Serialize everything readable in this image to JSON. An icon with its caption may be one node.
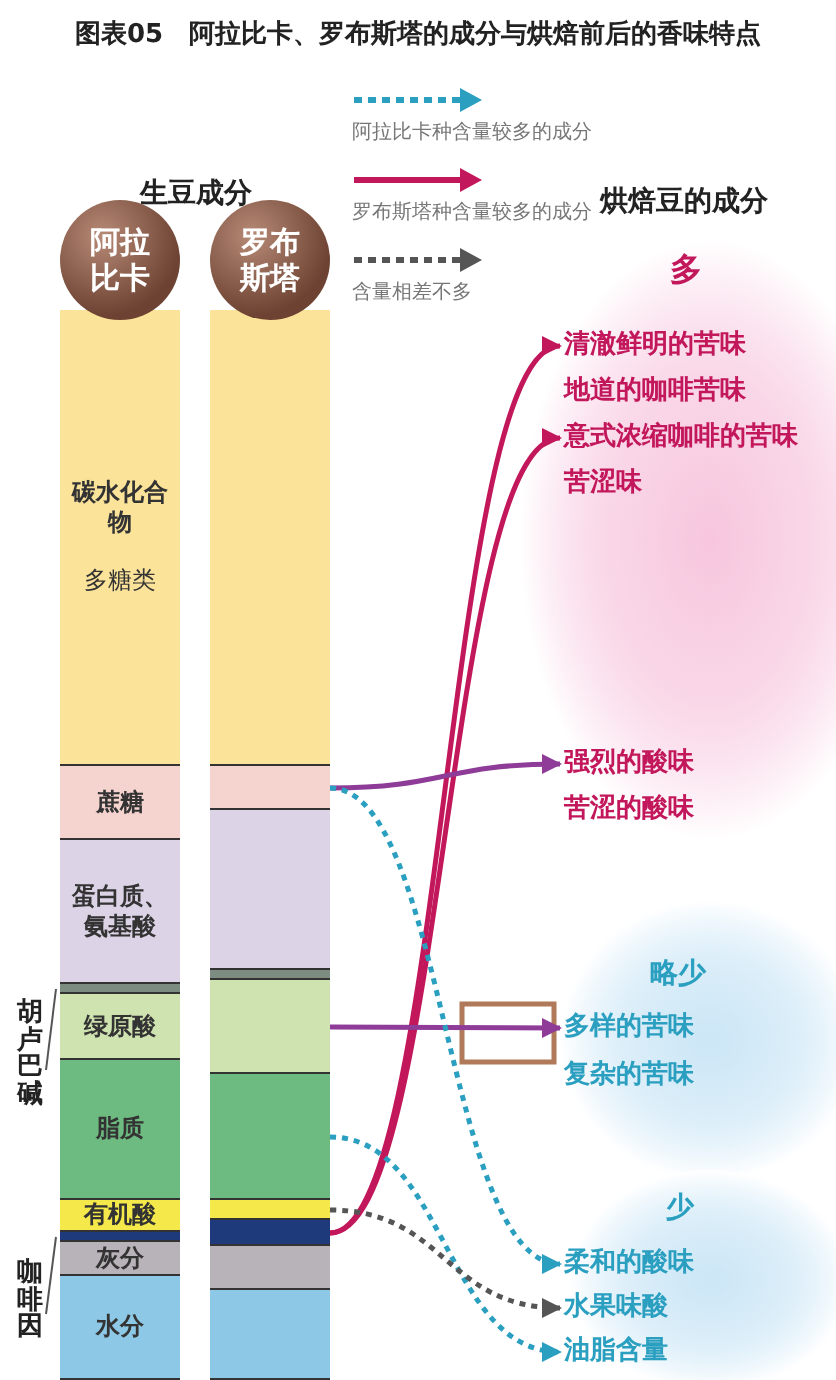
{
  "diagram": {
    "title": "图表05　阿拉比卡、罗布斯塔的成分与烘焙前后的香味特点",
    "nodes": [
      {
        "text": [
          "阿拉比卡"
        ]
      },
      {
        "text": [
          "罗布斯塔"
        ]
      },
      {
        "text": [
          "碳水化合物",
          "多糖类"
        ]
      },
      {
        "text": [
          "蔗糖"
        ]
      },
      {
        "text": [
          "蛋白质、氨基酸"
        ]
      },
      {
        "text": [],
        "shape": "bar"
      },
      {
        "text": [
          "绿原酸"
        ]
      },
      {
        "text": [
          "脂质"
        ]
      },
      {
        "text": [
          "有机酸"
        ]
      },
      {
        "text": [],
        "shape": "bar"
      },
      {
        "text": [
          "灰分"
        ]
      },
      {
        "text": [
          "水分"
        ]
      },
      {
        "text": [],
        "shape": "bar"
      },
      {
        "text": [],
        "shape": "bar"
      },
      {
        "text": [],
        "shape": "bar"
      },
      {
        "text": [],
        "shape": "bar"
      },
      {
        "text": [],
        "shape": "bar"
      },
      {
        "text": [],
        "shape": "bar"
      },
      {
        "text": [],
        "shape": "bar"
      },
      {
        "text": [],
        "shape": "bar"
      },
      {
        "text": [],
        "shape": "bar"
      },
      {
        "text": [],
        "shape": "bar"
      },
      {
        "text": [
          "胡卢巴碱"
        ]
      },
      {
        "text": [
          "咖啡因"
        ]
      },
      {
        "text": [
          "清澈鲜明的苦味"
        ]
      },
      {
        "text": [
          "地道的咖啡苦味"
        ]
      },
      {
        "text": [
          "意式浓缩咖啡的苦味"
        ]
      },
      {
        "text": [
          "苦涩味"
        ]
      },
      {
        "text": [
          "强烈的酸味"
        ]
      },
      {
        "text": [
          "苦涩的酸味"
        ]
      },
      {
        "text": [
          "多样的苦味"
        ]
      },
      {
        "text": [
          "复杂的苦味"
        ]
      },
      {
        "text": [
          "柔和的酸味"
        ]
      },
      {
        "text": [
          "水果味酸"
        ]
      },
      {
        "text": [
          "油脂含量"
        ]
      }
    ],
    "edges": [
      {
        "from": 19,
        "to": 24,
        "arrow": "to",
        "color": "#c2185b"
      },
      {
        "from": 19,
        "to": 26,
        "arrow": "to",
        "color": "#c2185b"
      },
      {
        "from": 16,
        "to": 30,
        "arrow": "to",
        "color": "#8e3c97"
      },
      {
        "from": 13,
        "to": 28,
        "arrow": "to",
        "color": "#8e3c97"
      },
      {
        "from": 13,
        "to": 32,
        "arrow": "to",
        "style": "dashed",
        "color": "#2a9fc0"
      },
      {
        "from": 17,
        "to": 34,
        "arrow": "to",
        "style": "dashed",
        "color": "#2a9fc0"
      },
      {
        "from": 18,
        "to": 33,
        "arrow": "to",
        "style": "dashed",
        "color": "#555555"
      },
      {
        "from": 22,
        "to": 5,
        "arrow": "none",
        "color": "#555555"
      },
      {
        "from": 23,
        "to": 9,
        "arrow": "none",
        "color": "#555555"
      }
    ],
    "labels": [
      "生豆成分",
      "烘焙豆的成分",
      "多",
      "略少",
      "少"
    ],
    "legend": [
      {
        "text": "阿拉比卡种含量较多的成分"
      },
      {
        "text": "罗布斯塔种含量较多的成分"
      },
      {
        "text": "含量相差不多"
      }
    ]
  }
}
